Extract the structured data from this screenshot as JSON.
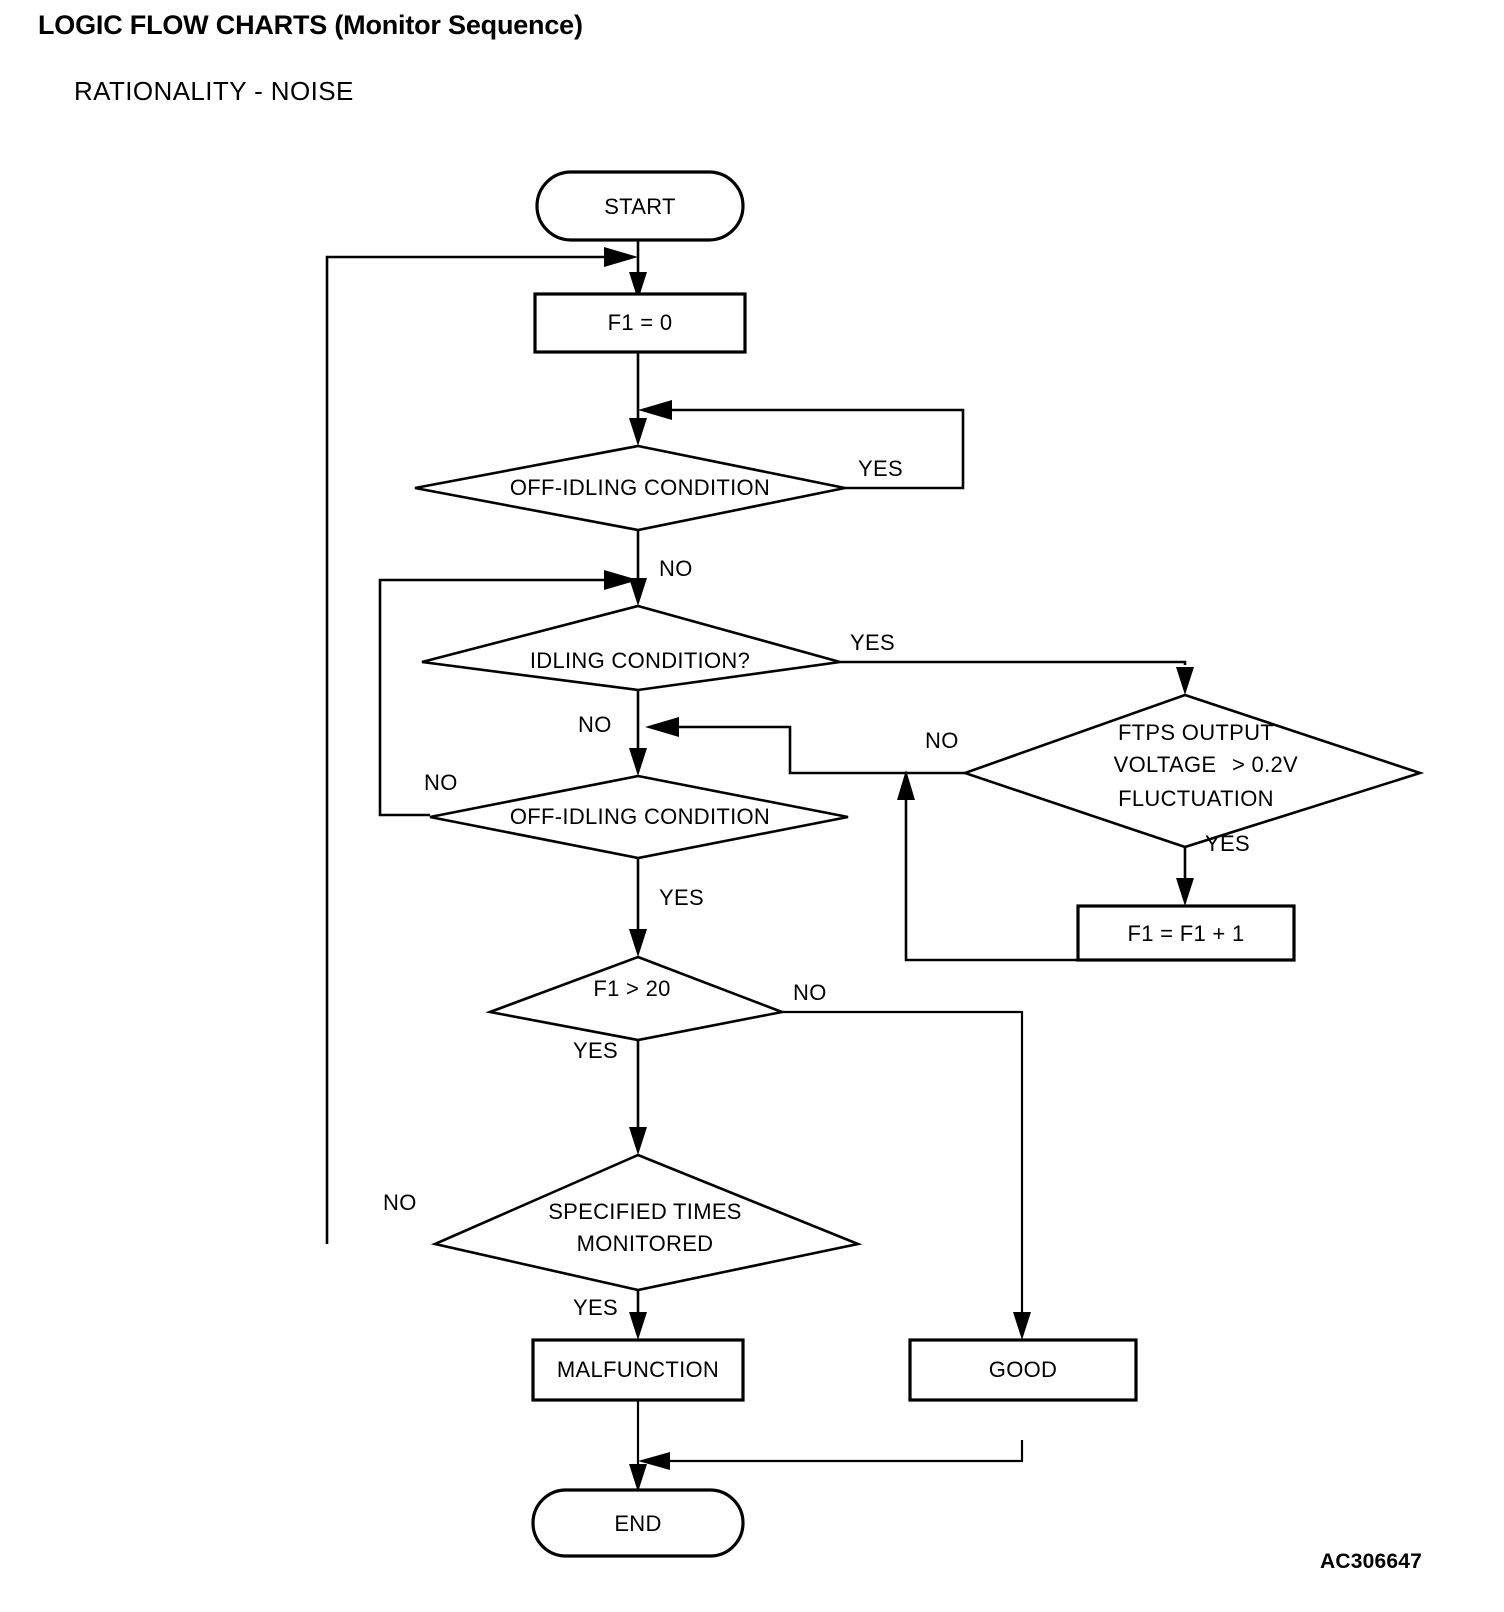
{
  "document": {
    "title": "LOGIC FLOW CHARTS (Monitor Sequence)",
    "subtitle": "RATIONALITY - NOISE",
    "figure_code": "AC306647"
  },
  "chart_data": {
    "type": "diagram",
    "diagram_type": "flowchart",
    "title": "LOGIC FLOW CHARTS (Monitor Sequence)",
    "subtitle": "RATIONALITY - NOISE",
    "nodes": [
      {
        "id": "start",
        "shape": "terminator",
        "label": "START"
      },
      {
        "id": "f1_reset",
        "shape": "process",
        "label": "F1 = 0"
      },
      {
        "id": "offidle1",
        "shape": "decision",
        "label": "OFF-IDLING CONDITION"
      },
      {
        "id": "idling",
        "shape": "decision",
        "label": "IDLING CONDITION?"
      },
      {
        "id": "ftps",
        "shape": "decision",
        "label_line1": "FTPS OUTPUT",
        "label_line2": "VOLTAGE",
        "label_line2b": "> 0.2V",
        "label_line3": "FLUCTUATION"
      },
      {
        "id": "f1_inc",
        "shape": "process",
        "label": "F1 = F1 + 1"
      },
      {
        "id": "offidle2",
        "shape": "decision",
        "label": "OFF-IDLING CONDITION"
      },
      {
        "id": "f1_gt20",
        "shape": "decision",
        "label": "F1 > 20"
      },
      {
        "id": "spec_times",
        "shape": "decision",
        "label_line1": "SPECIFIED TIMES",
        "label_line2": "MONITORED"
      },
      {
        "id": "malfunction",
        "shape": "process",
        "label": "MALFUNCTION"
      },
      {
        "id": "good",
        "shape": "process",
        "label": "GOOD"
      },
      {
        "id": "end",
        "shape": "terminator",
        "label": "END"
      }
    ],
    "edge_labels": {
      "offidle1_yes": "YES",
      "offidle1_no": "NO",
      "idling_yes": "YES",
      "idling_no": "NO",
      "ftps_no": "NO",
      "ftps_yes": "YES",
      "offidle2_no": "NO",
      "offidle2_yes": "YES",
      "f1gt20_no": "NO",
      "f1gt20_yes": "YES",
      "spec_no": "NO",
      "spec_yes": "YES"
    },
    "edges": [
      {
        "from": "start",
        "to": "f1_reset",
        "label": ""
      },
      {
        "from": "f1_reset",
        "to": "offidle1",
        "label": ""
      },
      {
        "from": "offidle1",
        "to": "offidle1",
        "label": "YES"
      },
      {
        "from": "offidle1",
        "to": "idling",
        "label": "NO"
      },
      {
        "from": "idling",
        "to": "ftps",
        "label": "YES"
      },
      {
        "from": "idling",
        "to": "offidle2",
        "label": "NO"
      },
      {
        "from": "ftps",
        "to": "idling",
        "label": "NO"
      },
      {
        "from": "ftps",
        "to": "f1_inc",
        "label": "YES"
      },
      {
        "from": "f1_inc",
        "to": "ftps",
        "label": ""
      },
      {
        "from": "offidle2",
        "to": "idling",
        "label": "NO"
      },
      {
        "from": "offidle2",
        "to": "f1_gt20",
        "label": "YES"
      },
      {
        "from": "f1_gt20",
        "to": "good",
        "label": "NO"
      },
      {
        "from": "f1_gt20",
        "to": "spec_times",
        "label": "YES"
      },
      {
        "from": "spec_times",
        "to": "f1_reset",
        "label": "NO"
      },
      {
        "from": "spec_times",
        "to": "malfunction",
        "label": "YES"
      },
      {
        "from": "malfunction",
        "to": "end",
        "label": ""
      },
      {
        "from": "good",
        "to": "end",
        "label": ""
      }
    ],
    "colors": {
      "stroke": "#000000",
      "fill": "#ffffff",
      "text": "#000000"
    }
  }
}
